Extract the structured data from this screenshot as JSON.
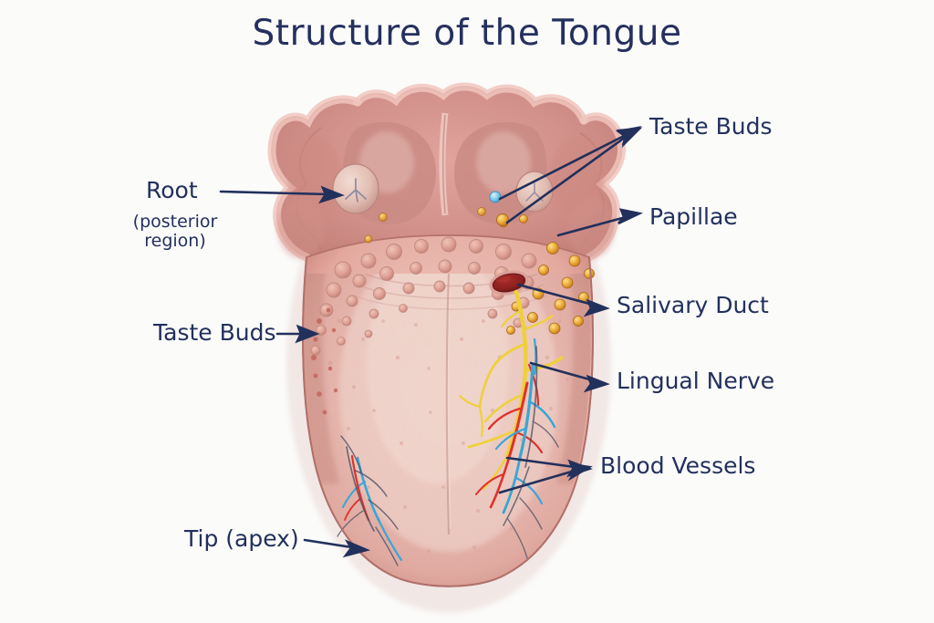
{
  "page": {
    "title": "Structure of the Tongue",
    "background_color": "#fbfbfa",
    "ink_color": "#22305c"
  },
  "labels": {
    "root": "Root",
    "root_sub": "(posterior region)",
    "taste_buds_left": "Taste Buds",
    "tip": "Tip (apex)",
    "taste_buds_right": "Taste Buds",
    "papillae": "Papillae",
    "salivary_duct": "Salivary Duct",
    "lingual_nerve": "Lingual Nerve",
    "blood_vessels": "Blood Vessels"
  },
  "diagram": {
    "subject": "human tongue, dorsal (superior) view",
    "colors": {
      "tongue_body": "#e7b0a8",
      "tongue_body_light": "#efc8c0",
      "tongue_edge": "#c9837c",
      "root_tissue": "#d9908c",
      "root_deep": "#c4776f",
      "papilla_bump": "#e0a096",
      "taste_bud_gold": "#e8a93c",
      "taste_bud_highlight": "#8fd3ef",
      "salivary_duct": "#8e1f22",
      "nerve_yellow": "#f2d43f",
      "artery_red": "#e0302c",
      "vein_blue": "#3aa8d8",
      "outline": "#a86a63"
    },
    "parts": [
      {
        "name": "root",
        "note": "posterior lobed region with lingual tonsils"
      },
      {
        "name": "circumvallate-papillae",
        "note": "V-shaped row of large bumps"
      },
      {
        "name": "taste-buds",
        "note": "gold spheres clustered on right side"
      },
      {
        "name": "salivary-duct",
        "note": "dark oval opening right of midline"
      },
      {
        "name": "lingual-nerve",
        "note": "yellow branching nerve"
      },
      {
        "name": "blood-vessels",
        "note": "red arteries and blue veins near the margin"
      },
      {
        "name": "median-sulcus",
        "note": "faint midline groove"
      },
      {
        "name": "apex",
        "note": "rounded tip"
      }
    ]
  }
}
